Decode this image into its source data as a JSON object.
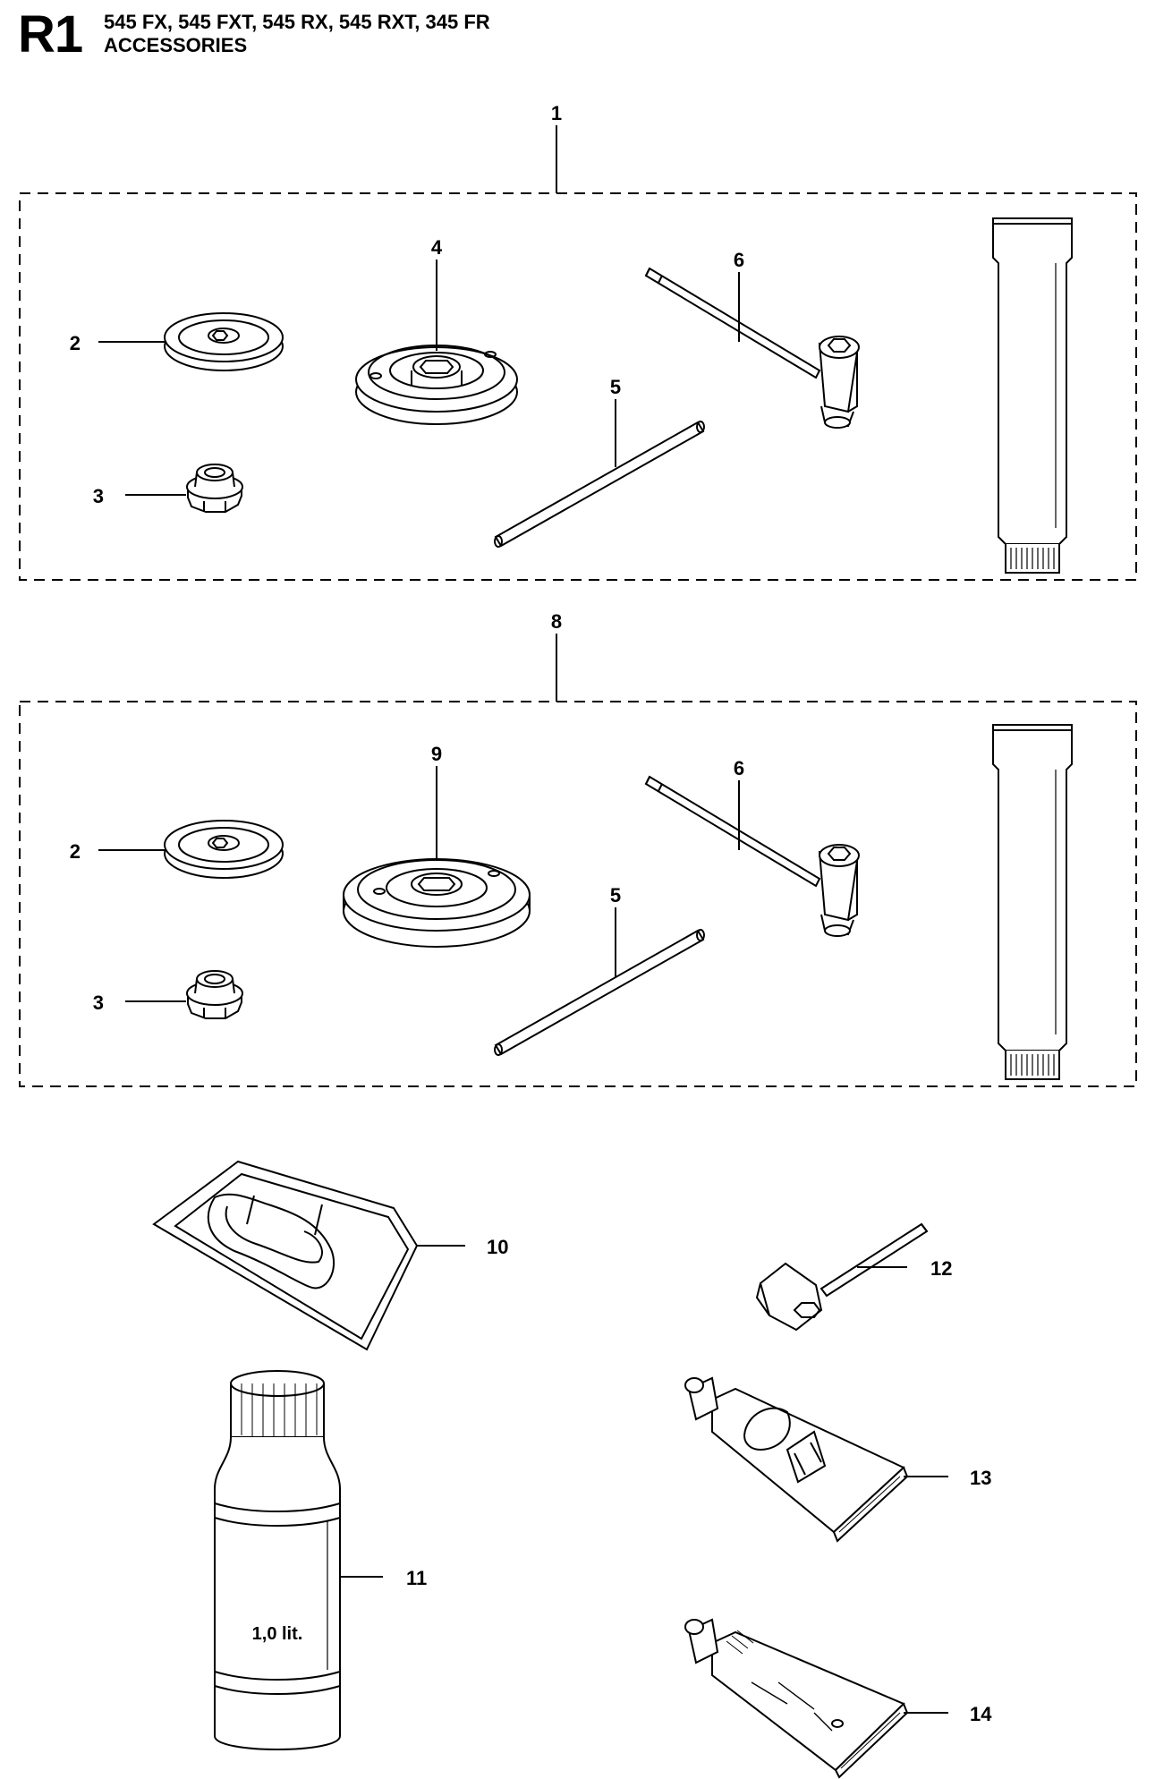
{
  "header": {
    "code": "R1",
    "models": "545 FX, 545 FXT, 545 RX, 545 RXT, 345 FR",
    "subtitle": "ACCESSORIES"
  },
  "kits": [
    {
      "callout": "1",
      "items": [
        {
          "callout": "2",
          "part": "washer"
        },
        {
          "callout": "3",
          "part": "nut"
        },
        {
          "callout": "4",
          "part": "support-cup"
        },
        {
          "callout": "5",
          "part": "rod"
        },
        {
          "callout": "6",
          "part": "combination-wrench"
        },
        {
          "callout": "",
          "part": "grease-tube"
        }
      ]
    },
    {
      "callout": "8",
      "items": [
        {
          "callout": "2",
          "part": "washer"
        },
        {
          "callout": "3",
          "part": "nut"
        },
        {
          "callout": "9",
          "part": "support-cup"
        },
        {
          "callout": "5",
          "part": "rod"
        },
        {
          "callout": "6",
          "part": "combination-wrench"
        },
        {
          "callout": "",
          "part": "grease-tube"
        }
      ]
    }
  ],
  "loose_items": [
    {
      "callout": "10",
      "part": "transport-guard"
    },
    {
      "callout": "11",
      "part": "oil-bottle",
      "label": "1,0 lit."
    },
    {
      "callout": "12",
      "part": "combination-wrench"
    },
    {
      "callout": "13",
      "part": "grease-tube"
    },
    {
      "callout": "14",
      "part": "grease-tube"
    }
  ]
}
